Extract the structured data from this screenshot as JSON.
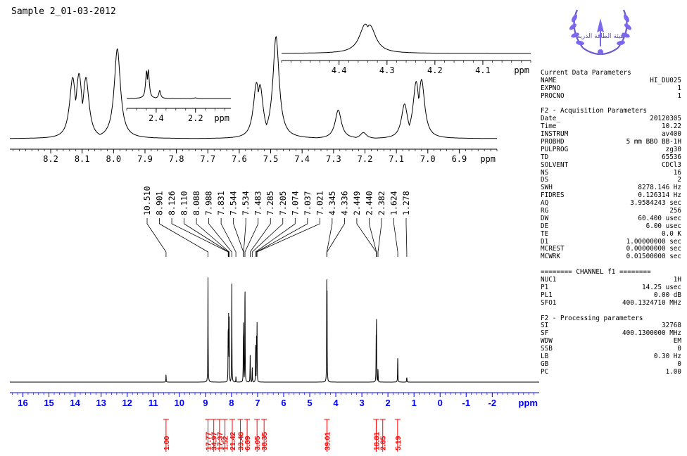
{
  "title": "Sample 2_01-03-2012",
  "logo_text": "هيئة الطاقة الذرية",
  "colors": {
    "spectrum": "#000000",
    "main_axis": "#0000ff",
    "integral": "#ff0000"
  },
  "params": [
    {
      "kind": "section",
      "text": "Current Data Parameters"
    },
    {
      "kind": "row",
      "k": "NAME",
      "v": "HI_DU025"
    },
    {
      "kind": "row",
      "k": "EXPNO",
      "v": "1"
    },
    {
      "kind": "row",
      "k": "PROCNO",
      "v": "1"
    },
    {
      "kind": "gap"
    },
    {
      "kind": "section",
      "text": "F2 - Acquisition Parameters"
    },
    {
      "kind": "row",
      "k": "Date_",
      "v": "20120305"
    },
    {
      "kind": "row",
      "k": "Time",
      "v": "10.22"
    },
    {
      "kind": "row",
      "k": "INSTRUM",
      "v": "av400"
    },
    {
      "kind": "row",
      "k": "PROBHD",
      "v": "5 mm BBO BB-1H"
    },
    {
      "kind": "row",
      "k": "PULPROG",
      "v": "zg30"
    },
    {
      "kind": "row",
      "k": "TD",
      "v": "65536"
    },
    {
      "kind": "row",
      "k": "SOLVENT",
      "v": "CDCl3"
    },
    {
      "kind": "row",
      "k": "NS",
      "v": "16"
    },
    {
      "kind": "row",
      "k": "DS",
      "v": "2"
    },
    {
      "kind": "row",
      "k": "SWH",
      "v": "8278.146 Hz"
    },
    {
      "kind": "row",
      "k": "FIDRES",
      "v": "0.126314 Hz"
    },
    {
      "kind": "row",
      "k": "AQ",
      "v": "3.9584243 sec"
    },
    {
      "kind": "row",
      "k": "RG",
      "v": "256"
    },
    {
      "kind": "row",
      "k": "DW",
      "v": "60.400 usec"
    },
    {
      "kind": "row",
      "k": "DE",
      "v": "6.00 usec"
    },
    {
      "kind": "row",
      "k": "TE",
      "v": "0.0 K"
    },
    {
      "kind": "row",
      "k": "D1",
      "v": "1.00000000 sec"
    },
    {
      "kind": "row",
      "k": "MCREST",
      "v": "0.00000000 sec"
    },
    {
      "kind": "row",
      "k": "MCWRK",
      "v": "0.01500000 sec"
    },
    {
      "kind": "gap"
    },
    {
      "kind": "section",
      "text": "======== CHANNEL f1 ========"
    },
    {
      "kind": "row",
      "k": "NUC1",
      "v": "1H"
    },
    {
      "kind": "row",
      "k": "P1",
      "v": "14.25 usec"
    },
    {
      "kind": "row",
      "k": "PL1",
      "v": "0.00 dB"
    },
    {
      "kind": "row",
      "k": "SFO1",
      "v": "400.1324710 MHz"
    },
    {
      "kind": "gap"
    },
    {
      "kind": "section",
      "text": "F2 - Processing parameters"
    },
    {
      "kind": "row",
      "k": "SI",
      "v": "32768"
    },
    {
      "kind": "row",
      "k": "SF",
      "v": "400.1300000 MHz"
    },
    {
      "kind": "row",
      "k": "WDW",
      "v": "EM"
    },
    {
      "kind": "row",
      "k": "SSB",
      "v": "0"
    },
    {
      "kind": "row",
      "k": "LB",
      "v": "0.30 Hz"
    },
    {
      "kind": "row",
      "k": "GB",
      "v": "0"
    },
    {
      "kind": "row",
      "k": "PC",
      "v": "1.00"
    }
  ],
  "chart_data": [
    {
      "type": "line",
      "name": "main_spectrum",
      "xlabel": "ppm",
      "xlim": [
        16.5,
        -3.8
      ],
      "ticks": [
        16,
        15,
        14,
        13,
        12,
        11,
        10,
        9,
        8,
        7,
        6,
        5,
        4,
        3,
        2,
        1,
        0,
        -1,
        -2
      ],
      "tick_labels": [
        "16",
        "15",
        "14",
        "13",
        "12",
        "11",
        "10",
        "9",
        "8",
        "7",
        "6",
        "5",
        "4",
        "3",
        "2",
        "1",
        "0",
        "-1",
        "-2"
      ],
      "peaks": [
        {
          "x": 10.51,
          "h": 0.07
        },
        {
          "x": 8.901,
          "h": 0.93
        },
        {
          "x": 8.126,
          "h": 0.6
        },
        {
          "x": 8.11,
          "h": 0.62
        },
        {
          "x": 8.088,
          "h": 0.6
        },
        {
          "x": 7.988,
          "h": 0.88
        },
        {
          "x": 7.831,
          "h": 0.05
        },
        {
          "x": 7.544,
          "h": 0.55
        },
        {
          "x": 7.534,
          "h": 0.53
        },
        {
          "x": 7.483,
          "h": 1.0
        },
        {
          "x": 7.285,
          "h": 0.25
        },
        {
          "x": 7.205,
          "h": 0.15
        },
        {
          "x": 7.074,
          "h": 0.33
        },
        {
          "x": 7.037,
          "h": 0.53
        },
        {
          "x": 7.021,
          "h": 0.55
        },
        {
          "x": 4.345,
          "h": 1.02
        },
        {
          "x": 4.336,
          "h": 0.95
        },
        {
          "x": 2.449,
          "h": 0.55
        },
        {
          "x": 2.44,
          "h": 0.58
        },
        {
          "x": 2.382,
          "h": 0.14
        },
        {
          "x": 1.624,
          "h": 0.26
        },
        {
          "x": 1.278,
          "h": 0.05
        }
      ],
      "peak_labels": [
        "10.510",
        "8.901",
        "8.126",
        "8.110",
        "8.088",
        "7.988",
        "7.831",
        "7.544",
        "7.534",
        "7.483",
        "7.285",
        "7.205",
        "7.074",
        "7.037",
        "7.021",
        "4.345",
        "4.336",
        "2.449",
        "2.440",
        "2.382",
        "1.624",
        "1.278"
      ],
      "integrals": [
        {
          "x": 10.51,
          "value": "1.00"
        },
        {
          "x": 8.9,
          "value": "17.77"
        },
        {
          "x": 8.68,
          "value": "34.97"
        },
        {
          "x": 8.46,
          "value": "17.37"
        },
        {
          "x": 8.25,
          "value": "1.52"
        },
        {
          "x": 7.97,
          "value": "21.42"
        },
        {
          "x": 7.66,
          "value": "33.48"
        },
        {
          "x": 7.4,
          "value": "6.89"
        },
        {
          "x": 7.02,
          "value": "3.05"
        },
        {
          "x": 6.75,
          "value": "38.35"
        },
        {
          "x": 4.34,
          "value": "39.01"
        },
        {
          "x": 2.45,
          "value": "18.81"
        },
        {
          "x": 2.2,
          "value": "2.85"
        },
        {
          "x": 1.63,
          "value": "5.19"
        }
      ]
    },
    {
      "type": "line",
      "name": "aromatic_expansion",
      "xlabel": "ppm",
      "xlim": [
        8.33,
        6.78
      ],
      "ticks": [
        8.2,
        8.1,
        8.0,
        7.9,
        7.8,
        7.7,
        7.6,
        7.5,
        7.4,
        7.3,
        7.2,
        7.1,
        7.0,
        6.9
      ],
      "tick_labels": [
        "8.2",
        "8.1",
        "8.0",
        "7.9",
        "7.8",
        "7.7",
        "7.6",
        "7.5",
        "7.4",
        "7.3",
        "7.2",
        "7.1",
        "7.0",
        "6.9"
      ],
      "peaks": [
        {
          "x": 8.13,
          "h": 0.6
        },
        {
          "x": 8.11,
          "h": 0.64
        },
        {
          "x": 8.088,
          "h": 0.6
        },
        {
          "x": 7.988,
          "h": 0.88
        },
        {
          "x": 7.545,
          "h": 0.55
        },
        {
          "x": 7.534,
          "h": 0.53
        },
        {
          "x": 7.483,
          "h": 1.0
        },
        {
          "x": 7.285,
          "h": 0.28
        },
        {
          "x": 7.205,
          "h": 0.06
        },
        {
          "x": 7.074,
          "h": 0.34
        },
        {
          "x": 7.037,
          "h": 0.56
        },
        {
          "x": 7.02,
          "h": 0.58
        }
      ]
    },
    {
      "type": "line",
      "name": "methyl_expansion",
      "xlabel": "ppm",
      "xlim": [
        2.55,
        2.02
      ],
      "ticks": [
        2.4,
        2.2
      ],
      "tick_labels": [
        "2.4",
        "2.2"
      ],
      "peaks": [
        {
          "x": 2.449,
          "h": 0.75
        },
        {
          "x": 2.44,
          "h": 0.78
        },
        {
          "x": 2.382,
          "h": 0.22
        },
        {
          "x": 2.2,
          "h": 0.02
        }
      ]
    },
    {
      "type": "line",
      "name": "methylene_expansion",
      "xlabel": "ppm",
      "xlim": [
        4.52,
        4.0
      ],
      "ticks": [
        4.4,
        4.3,
        4.2,
        4.1
      ],
      "tick_labels": [
        "4.4",
        "4.3",
        "4.2",
        "4.1"
      ],
      "peaks": [
        {
          "x": 4.345,
          "h": 0.95
        },
        {
          "x": 4.336,
          "h": 0.92
        }
      ]
    }
  ]
}
